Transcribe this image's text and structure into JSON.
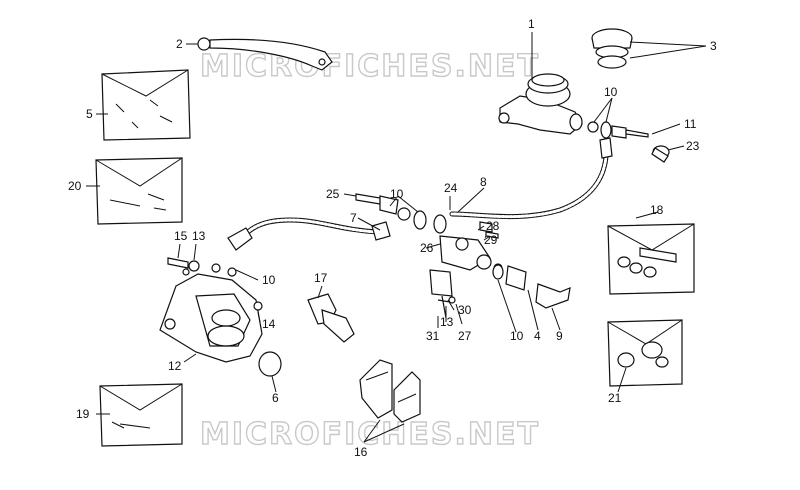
{
  "watermark": "MICROFICHES.NET",
  "callouts": [
    "1",
    "2",
    "3",
    "5",
    "10",
    "11",
    "23",
    "20",
    "25",
    "24",
    "8",
    "7",
    "18",
    "15",
    "13",
    "26",
    "28",
    "29",
    "17",
    "30",
    "14",
    "31",
    "27",
    "4",
    "9",
    "12",
    "21",
    "6",
    "19",
    "16"
  ]
}
